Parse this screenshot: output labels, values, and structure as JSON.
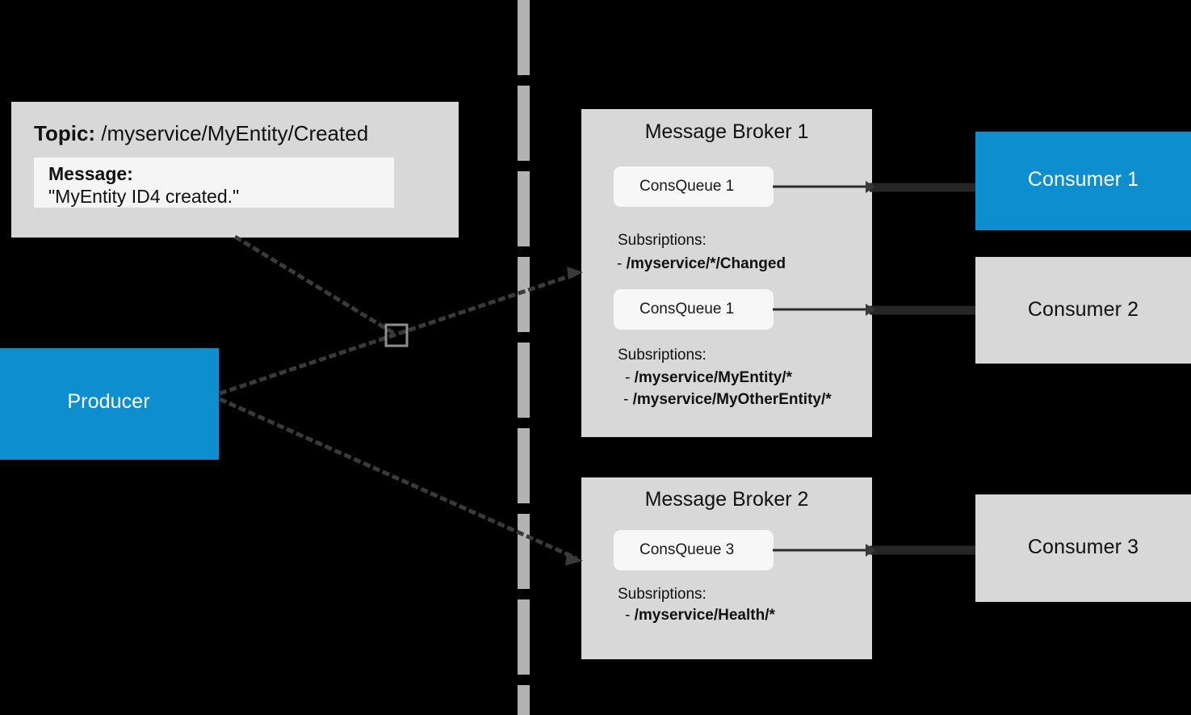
{
  "diagram": {
    "title": "Publish/Subscribe message broker topology",
    "background_color": "#000000",
    "box_color": "#d8d8d8",
    "accent_color": "#0d8ecf",
    "inner_card_color": "#f7f7f7",
    "line_color": "#3a3a3a"
  },
  "topic_card": {
    "topic_key": "Topic:",
    "topic_value": "/myservice/MyEntity/Created",
    "message_key": "Message:",
    "message_value": "\"MyEntity ID4 created.\""
  },
  "producer": {
    "label": "Producer"
  },
  "brokers": [
    {
      "title": "Message Broker 1",
      "queues": [
        {
          "name": "ConsQueue 1",
          "subscriptions_label": "Subsriptions:",
          "subscriptions": [
            "/myservice/*/Changed"
          ]
        },
        {
          "name": "ConsQueue 1",
          "subscriptions_label": "Subsriptions:",
          "subscriptions": [
            "/myservice/MyEntity/*",
            "/myservice/MyOtherEntity/*"
          ]
        }
      ]
    },
    {
      "title": "Message Broker 2",
      "queues": [
        {
          "name": "ConsQueue 3",
          "subscriptions_label": "Subsriptions:",
          "subscriptions": [
            "/myservice/Health/*"
          ]
        }
      ]
    }
  ],
  "consumers": [
    {
      "label": "Consumer 1",
      "highlighted": true
    },
    {
      "label": "Consumer 2",
      "highlighted": false
    },
    {
      "label": "Consumer 3",
      "highlighted": false
    }
  ],
  "bullet": "-"
}
